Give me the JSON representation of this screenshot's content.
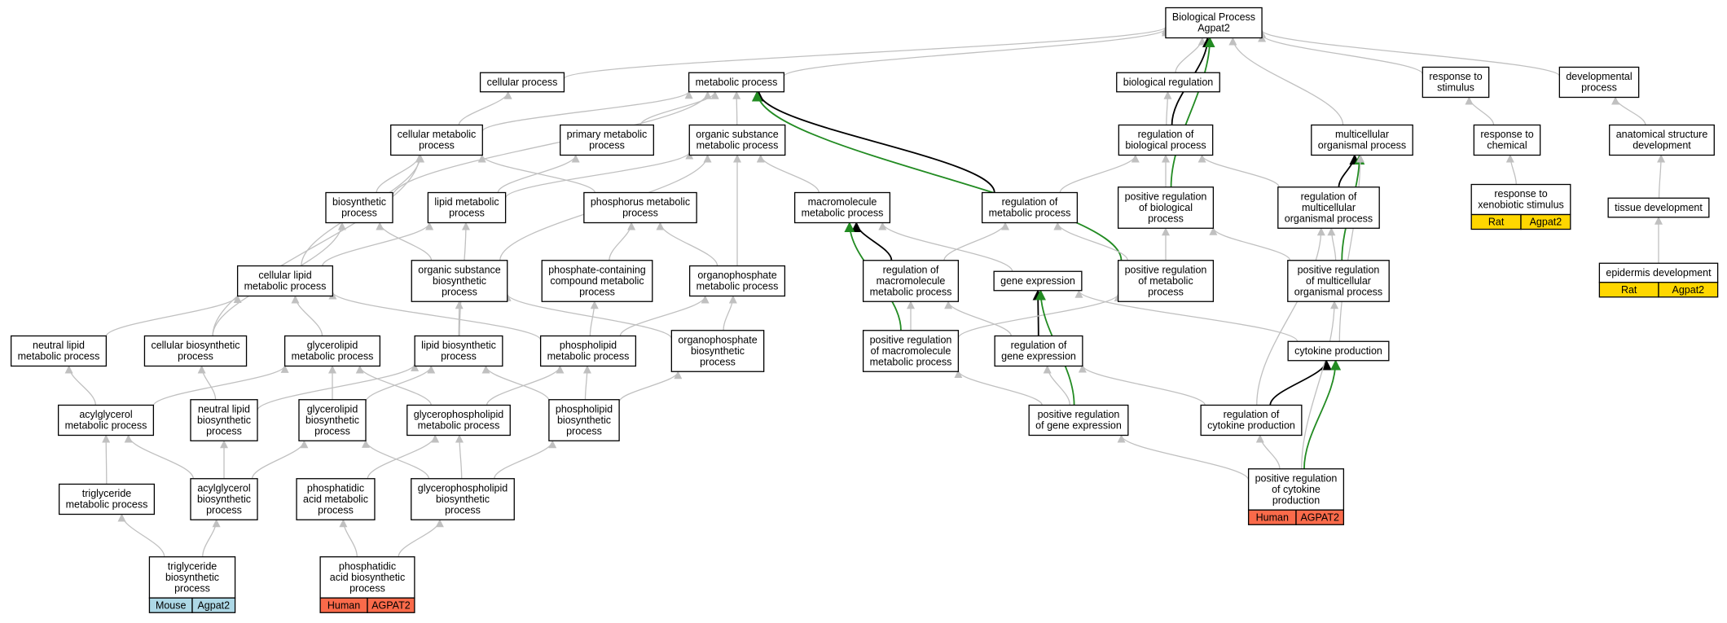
{
  "colors": {
    "edge_gray": "#c0c0c0",
    "edge_black": "#000000",
    "edge_green": "#228b22",
    "node_fill": "#ffffff",
    "node_border": "#000000",
    "mouse_tag": "#add8e6",
    "human_tag": "#fa6a4a",
    "rat_tag": "#ffd700"
  },
  "nodes": {
    "bp": {
      "lines": [
        "Biological Process",
        "Agpat2"
      ]
    },
    "cellproc": {
      "lines": [
        "cellular process"
      ]
    },
    "metab": {
      "lines": [
        "metabolic process"
      ]
    },
    "bioreg": {
      "lines": [
        "biological regulation"
      ]
    },
    "resp": {
      "lines": [
        "response to",
        "stimulus"
      ]
    },
    "devproc": {
      "lines": [
        "developmental",
        "process"
      ]
    },
    "cellmet": {
      "lines": [
        "cellular metabolic",
        "process"
      ]
    },
    "primmet": {
      "lines": [
        "primary metabolic",
        "process"
      ]
    },
    "orgsub": {
      "lines": [
        "organic substance",
        "metabolic process"
      ]
    },
    "regbio": {
      "lines": [
        "regulation of",
        "biological process"
      ]
    },
    "multorg": {
      "lines": [
        "multicellular",
        "organismal process"
      ]
    },
    "respchem": {
      "lines": [
        "response to",
        "chemical"
      ]
    },
    "anat": {
      "lines": [
        "anatomical structure",
        "development"
      ]
    },
    "biosyn": {
      "lines": [
        "biosynthetic",
        "process"
      ]
    },
    "lipmet": {
      "lines": [
        "lipid metabolic",
        "process"
      ]
    },
    "phosmet": {
      "lines": [
        "phosphorus metabolic",
        "process"
      ]
    },
    "macmet": {
      "lines": [
        "macromolecule",
        "metabolic process"
      ]
    },
    "regmet": {
      "lines": [
        "regulation of",
        "metabolic process"
      ]
    },
    "posregbio": {
      "lines": [
        "positive regulation",
        "of biological",
        "process"
      ]
    },
    "regmult": {
      "lines": [
        "regulation of",
        "multicellular",
        "organismal process"
      ]
    },
    "xeno": {
      "lines": [
        "response to",
        "xenobiotic stimulus"
      ],
      "tag": {
        "species": "Rat",
        "gene": "Agpat2",
        "color": "#ffd700"
      }
    },
    "tissue": {
      "lines": [
        "tissue development"
      ]
    },
    "celllip": {
      "lines": [
        "cellular lipid",
        "metabolic process"
      ]
    },
    "orgbio": {
      "lines": [
        "organic substance",
        "biosynthetic",
        "process"
      ]
    },
    "phoscont": {
      "lines": [
        "phosphate-containing",
        "compound metabolic",
        "process"
      ]
    },
    "orgphos": {
      "lines": [
        "organophosphate",
        "metabolic process"
      ]
    },
    "regmac": {
      "lines": [
        "regulation of",
        "macromolecule",
        "metabolic process"
      ]
    },
    "geneexp": {
      "lines": [
        "gene expression"
      ]
    },
    "posregmet": {
      "lines": [
        "positive regulation",
        "of metabolic",
        "process"
      ]
    },
    "posregmult": {
      "lines": [
        "positive regulation",
        "of multicellular",
        "organismal process"
      ]
    },
    "epid": {
      "lines": [
        "epidermis development"
      ],
      "tag": {
        "species": "Rat",
        "gene": "Agpat2",
        "color": "#ffd700"
      }
    },
    "neutlipmet": {
      "lines": [
        "neutral lipid",
        "metabolic process"
      ]
    },
    "cellbio": {
      "lines": [
        "cellular biosynthetic",
        "process"
      ]
    },
    "glymet": {
      "lines": [
        "glycerolipid",
        "metabolic process"
      ]
    },
    "lipbio": {
      "lines": [
        "lipid biosynthetic",
        "process"
      ]
    },
    "phlmet": {
      "lines": [
        "phospholipid",
        "metabolic process"
      ]
    },
    "orgphosbio": {
      "lines": [
        "organophosphate",
        "biosynthetic",
        "process"
      ]
    },
    "posregmac": {
      "lines": [
        "positive regulation",
        "of macromolecule",
        "metabolic process"
      ]
    },
    "reggene": {
      "lines": [
        "regulation of",
        "gene expression"
      ]
    },
    "cytprod": {
      "lines": [
        "cytokine production"
      ]
    },
    "acylmet": {
      "lines": [
        "acylglycerol",
        "metabolic process"
      ]
    },
    "neutlipbio": {
      "lines": [
        "neutral lipid",
        "biosynthetic",
        "process"
      ]
    },
    "glybio": {
      "lines": [
        "glycerolipid",
        "biosynthetic",
        "process"
      ]
    },
    "gphlmet": {
      "lines": [
        "glycerophospholipid",
        "metabolic process"
      ]
    },
    "phlbio": {
      "lines": [
        "phospholipid",
        "biosynthetic",
        "process"
      ]
    },
    "posreggene": {
      "lines": [
        "positive regulation",
        "of gene expression"
      ]
    },
    "regcyt": {
      "lines": [
        "regulation of",
        "cytokine production"
      ]
    },
    "trimet": {
      "lines": [
        "triglyceride",
        "metabolic process"
      ]
    },
    "acylbio": {
      "lines": [
        "acylglycerol",
        "biosynthetic",
        "process"
      ]
    },
    "pamet": {
      "lines": [
        "phosphatidic",
        "acid metabolic",
        "process"
      ]
    },
    "gphlbio": {
      "lines": [
        "glycerophospholipid",
        "biosynthetic",
        "process"
      ]
    },
    "posregcyt": {
      "lines": [
        "positive regulation",
        "of cytokine",
        "production"
      ],
      "tag": {
        "species": "Human",
        "gene": "AGPAT2",
        "color": "#fa6a4a"
      }
    },
    "tribio": {
      "lines": [
        "triglyceride",
        "biosynthetic",
        "process"
      ],
      "tag": {
        "species": "Mouse",
        "gene": "Agpat2",
        "color": "#add8e6"
      }
    },
    "pabio": {
      "lines": [
        "phosphatidic",
        "acid biosynthetic",
        "process"
      ],
      "tag": {
        "species": "Human",
        "gene": "AGPAT2",
        "color": "#fa6a4a"
      }
    }
  },
  "edges": [
    {
      "from": "cellproc",
      "to": "bp",
      "color": "gray"
    },
    {
      "from": "metab",
      "to": "bp",
      "color": "gray"
    },
    {
      "from": "bioreg",
      "to": "bp",
      "color": "gray"
    },
    {
      "from": "resp",
      "to": "bp",
      "color": "gray"
    },
    {
      "from": "devproc",
      "to": "bp",
      "color": "gray"
    },
    {
      "from": "multorg",
      "to": "bp",
      "color": "gray"
    },
    {
      "from": "regbio",
      "to": "bp",
      "color": "black"
    },
    {
      "from": "posregbio",
      "to": "bp",
      "color": "green"
    },
    {
      "from": "cellmet",
      "to": "cellproc",
      "color": "gray"
    },
    {
      "from": "cellmet",
      "to": "metab",
      "color": "gray"
    },
    {
      "from": "primmet",
      "to": "metab",
      "color": "gray"
    },
    {
      "from": "orgsub",
      "to": "metab",
      "color": "gray"
    },
    {
      "from": "biosyn",
      "to": "metab",
      "color": "gray"
    },
    {
      "from": "regmet",
      "to": "metab",
      "color": "black"
    },
    {
      "from": "posregmet",
      "to": "metab",
      "color": "green"
    },
    {
      "from": "regbio",
      "to": "bioreg",
      "color": "gray"
    },
    {
      "from": "respchem",
      "to": "resp",
      "color": "gray"
    },
    {
      "from": "anat",
      "to": "devproc",
      "color": "gray"
    },
    {
      "from": "regmult",
      "to": "multorg",
      "color": "black"
    },
    {
      "from": "posregmult",
      "to": "multorg",
      "color": "green"
    },
    {
      "from": "cytprod",
      "to": "multorg",
      "color": "gray"
    },
    {
      "from": "xeno",
      "to": "respchem",
      "color": "gray"
    },
    {
      "from": "tissue",
      "to": "anat",
      "color": "gray"
    },
    {
      "from": "epid",
      "to": "tissue",
      "color": "gray"
    },
    {
      "from": "biosyn",
      "to": "cellmet",
      "color": "gray"
    },
    {
      "from": "lipmet",
      "to": "primmet",
      "color": "gray"
    },
    {
      "from": "lipmet",
      "to": "orgsub",
      "color": "gray"
    },
    {
      "from": "phosmet",
      "to": "cellmet",
      "color": "gray"
    },
    {
      "from": "macmet",
      "to": "orgsub",
      "color": "gray"
    },
    {
      "from": "orgphos",
      "to": "orgsub",
      "color": "gray"
    },
    {
      "from": "orgbio",
      "to": "orgsub",
      "color": "gray"
    },
    {
      "from": "regmet",
      "to": "regbio",
      "color": "gray"
    },
    {
      "from": "posregbio",
      "to": "regbio",
      "color": "gray"
    },
    {
      "from": "regmult",
      "to": "regbio",
      "color": "gray"
    },
    {
      "from": "celllip",
      "to": "cellmet",
      "color": "gray"
    },
    {
      "from": "celllip",
      "to": "lipmet",
      "color": "gray"
    },
    {
      "from": "orgbio",
      "to": "biosyn",
      "color": "gray"
    },
    {
      "from": "phoscont",
      "to": "phosmet",
      "color": "gray"
    },
    {
      "from": "orgphos",
      "to": "phosmet",
      "color": "gray"
    },
    {
      "from": "regmac",
      "to": "macmet",
      "color": "black"
    },
    {
      "from": "posregmac",
      "to": "macmet",
      "color": "green"
    },
    {
      "from": "geneexp",
      "to": "macmet",
      "color": "gray"
    },
    {
      "from": "regmac",
      "to": "regmet",
      "color": "gray"
    },
    {
      "from": "posregmet",
      "to": "regmet",
      "color": "gray"
    },
    {
      "from": "posregmet",
      "to": "posregbio",
      "color": "gray"
    },
    {
      "from": "posregmult",
      "to": "regmult",
      "color": "gray"
    },
    {
      "from": "posregmult",
      "to": "posregbio",
      "color": "gray"
    },
    {
      "from": "regcyt",
      "to": "regmult",
      "color": "gray"
    },
    {
      "from": "neutlipmet",
      "to": "celllip",
      "color": "gray"
    },
    {
      "from": "glymet",
      "to": "celllip",
      "color": "gray"
    },
    {
      "from": "phlmet",
      "to": "celllip",
      "color": "gray"
    },
    {
      "from": "lipbio",
      "to": "lipmet",
      "color": "gray"
    },
    {
      "from": "lipbio",
      "to": "orgbio",
      "color": "gray"
    },
    {
      "from": "cellbio",
      "to": "biosyn",
      "color": "gray"
    },
    {
      "from": "cellbio",
      "to": "cellmet",
      "color": "gray"
    },
    {
      "from": "phlmet",
      "to": "phoscont",
      "color": "gray"
    },
    {
      "from": "phlmet",
      "to": "orgphos",
      "color": "gray"
    },
    {
      "from": "orgphosbio",
      "to": "orgphos",
      "color": "gray"
    },
    {
      "from": "orgphosbio",
      "to": "orgbio",
      "color": "gray"
    },
    {
      "from": "reggene",
      "to": "geneexp",
      "color": "black"
    },
    {
      "from": "reggene",
      "to": "regmac",
      "color": "gray"
    },
    {
      "from": "posregmac",
      "to": "regmac",
      "color": "gray"
    },
    {
      "from": "posregmac",
      "to": "posregmet",
      "color": "gray"
    },
    {
      "from": "posreggene",
      "to": "geneexp",
      "color": "green"
    },
    {
      "from": "cytprod",
      "to": "geneexp",
      "color": "gray"
    },
    {
      "from": "acylmet",
      "to": "neutlipmet",
      "color": "gray"
    },
    {
      "from": "acylmet",
      "to": "glymet",
      "color": "gray"
    },
    {
      "from": "neutlipbio",
      "to": "cellbio",
      "color": "gray"
    },
    {
      "from": "neutlipbio",
      "to": "lipbio",
      "color": "gray"
    },
    {
      "from": "glybio",
      "to": "glymet",
      "color": "gray"
    },
    {
      "from": "glybio",
      "to": "lipbio",
      "color": "gray"
    },
    {
      "from": "gphlmet",
      "to": "glymet",
      "color": "gray"
    },
    {
      "from": "gphlmet",
      "to": "phlmet",
      "color": "gray"
    },
    {
      "from": "phlbio",
      "to": "phlmet",
      "color": "gray"
    },
    {
      "from": "phlbio",
      "to": "orgphosbio",
      "color": "gray"
    },
    {
      "from": "phlbio",
      "to": "lipbio",
      "color": "gray"
    },
    {
      "from": "posreggene",
      "to": "reggene",
      "color": "gray"
    },
    {
      "from": "posreggene",
      "to": "posregmac",
      "color": "gray"
    },
    {
      "from": "regcyt",
      "to": "cytprod",
      "color": "black"
    },
    {
      "from": "regcyt",
      "to": "reggene",
      "color": "gray"
    },
    {
      "from": "trimet",
      "to": "acylmet",
      "color": "gray"
    },
    {
      "from": "acylbio",
      "to": "acylmet",
      "color": "gray"
    },
    {
      "from": "acylbio",
      "to": "neutlipbio",
      "color": "gray"
    },
    {
      "from": "acylbio",
      "to": "glybio",
      "color": "gray"
    },
    {
      "from": "pamet",
      "to": "gphlmet",
      "color": "gray"
    },
    {
      "from": "gphlbio",
      "to": "gphlmet",
      "color": "gray"
    },
    {
      "from": "gphlbio",
      "to": "glybio",
      "color": "gray"
    },
    {
      "from": "gphlbio",
      "to": "phlbio",
      "color": "gray"
    },
    {
      "from": "posregcyt",
      "to": "regcyt",
      "color": "gray"
    },
    {
      "from": "posregcyt",
      "to": "cytprod",
      "color": "green"
    },
    {
      "from": "posregcyt",
      "to": "posreggene",
      "color": "gray"
    },
    {
      "from": "posregcyt",
      "to": "posregmult",
      "color": "gray"
    },
    {
      "from": "tribio",
      "to": "trimet",
      "color": "gray"
    },
    {
      "from": "tribio",
      "to": "acylbio",
      "color": "gray"
    },
    {
      "from": "pabio",
      "to": "pamet",
      "color": "gray"
    },
    {
      "from": "pabio",
      "to": "gphlbio",
      "color": "gray"
    }
  ]
}
